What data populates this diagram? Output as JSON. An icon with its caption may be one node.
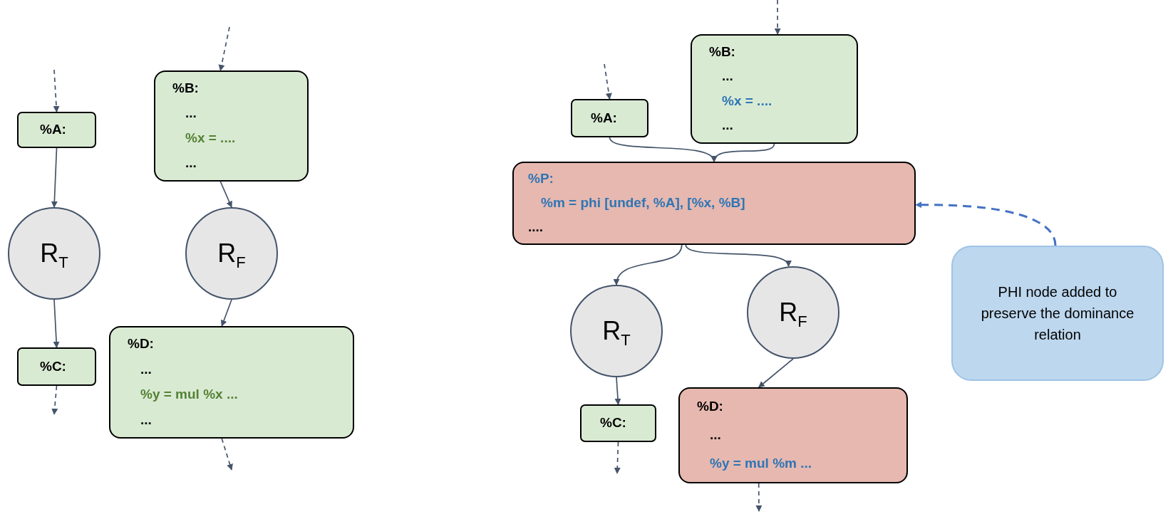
{
  "diagram": {
    "nodes": [
      {
        "text": [
          "%A:"
        ]
      },
      {
        "text": [
          "R$_{T}$"
        ]
      },
      {
        "text": [
          "%C:"
        ]
      },
      {
        "text": [
          "%B:",
          "...",
          "%x = ....",
          "..."
        ]
      },
      {
        "text": [
          "R$_{F}$"
        ]
      },
      {
        "text": [
          "%D:",
          "...",
          "%y = mul %x ...",
          "..."
        ]
      },
      {
        "text": [
          "%A:"
        ]
      },
      {
        "text": [
          "%B:",
          "...",
          "%x = ....",
          "..."
        ]
      },
      {
        "text": [
          "%P:",
          "%m = phi [undef, %A], [%x, %B]",
          "...."
        ]
      },
      {
        "text": [
          "R$_{T}$"
        ]
      },
      {
        "text": [
          "R$_{F}$"
        ]
      },
      {
        "text": [
          "%C:"
        ]
      },
      {
        "text": [
          "%D:",
          "...",
          "%y = mul %m ..."
        ]
      },
      {
        "text": [
          "PHI node added to preserve the dominance relation"
        ]
      }
    ],
    "edges": [
      {
        "from": null,
        "to": 0,
        "arrow": "to",
        "style": "dashed"
      },
      {
        "from": 0,
        "to": 1,
        "arrow": "to"
      },
      {
        "from": 1,
        "to": 2,
        "arrow": "to"
      },
      {
        "from": 2,
        "to": null,
        "arrow": "to",
        "style": "dashed"
      },
      {
        "from": null,
        "to": 3,
        "arrow": "to",
        "style": "dashed"
      },
      {
        "from": 3,
        "to": 4,
        "arrow": "to"
      },
      {
        "from": 4,
        "to": 5,
        "arrow": "to"
      },
      {
        "from": 5,
        "to": null,
        "arrow": "to",
        "style": "dashed"
      },
      {
        "from": null,
        "to": 6,
        "arrow": "to",
        "style": "dashed"
      },
      {
        "from": null,
        "to": 7,
        "arrow": "to",
        "style": "dashed"
      },
      {
        "from": 6,
        "to": 8,
        "arrow": "to"
      },
      {
        "from": 7,
        "to": 8,
        "arrow": "to"
      },
      {
        "from": 8,
        "to": 9,
        "arrow": "to"
      },
      {
        "from": 8,
        "to": 10,
        "arrow": "to"
      },
      {
        "from": 9,
        "to": 11,
        "arrow": "to"
      },
      {
        "from": 10,
        "to": 12,
        "arrow": "to"
      },
      {
        "from": 11,
        "to": null,
        "arrow": "to",
        "style": "dashed"
      },
      {
        "from": 12,
        "to": null,
        "arrow": "to",
        "style": "dashed"
      },
      {
        "from": 13,
        "to": 8,
        "arrow": "to",
        "style": "dashed",
        "color": "#4472c4"
      }
    ]
  }
}
